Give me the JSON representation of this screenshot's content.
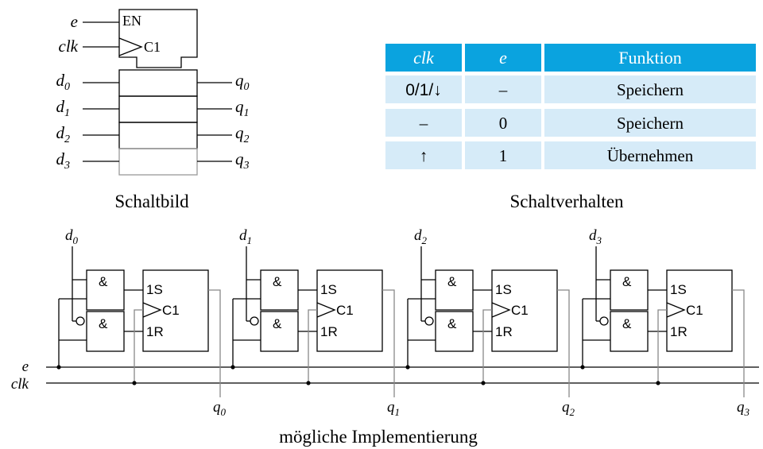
{
  "symbol": {
    "inputs": [
      "e",
      "clk",
      "d",
      "d",
      "d",
      "d"
    ],
    "input_subs": [
      "",
      "",
      "0",
      "1",
      "2",
      "3"
    ],
    "outputs": [
      "q",
      "q",
      "q",
      "q"
    ],
    "output_subs": [
      "0",
      "1",
      "2",
      "3"
    ],
    "en_label": "EN",
    "clock_label": "C1",
    "caption": "Schaltbild"
  },
  "table": {
    "headers": [
      "clk",
      "e",
      "Funktion"
    ],
    "rows": [
      [
        "0/1/↓",
        "–",
        "Speichern"
      ],
      [
        "–",
        "0",
        "Speichern"
      ],
      [
        "↑",
        "1",
        "Übernehmen"
      ]
    ],
    "caption": "Schaltverhalten",
    "colors": {
      "header_bg": "#0aa3df",
      "header_text": "#ffffff",
      "row_bg": "#d6ebf8"
    }
  },
  "implementation": {
    "stages": [
      {
        "d": "d",
        "d_sub": "0",
        "q": "q",
        "q_sub": "0"
      },
      {
        "d": "d",
        "d_sub": "1",
        "q": "q",
        "q_sub": "1"
      },
      {
        "d": "d",
        "d_sub": "2",
        "q": "q",
        "q_sub": "2"
      },
      {
        "d": "d",
        "d_sub": "3",
        "q": "q",
        "q_sub": "3"
      }
    ],
    "gate_label": "&",
    "ff_s_label": "1S",
    "ff_c_label": "C1",
    "ff_r_label": "1R",
    "bus_e": "e",
    "bus_clk": "clk",
    "caption": "mögliche Implementierung"
  }
}
